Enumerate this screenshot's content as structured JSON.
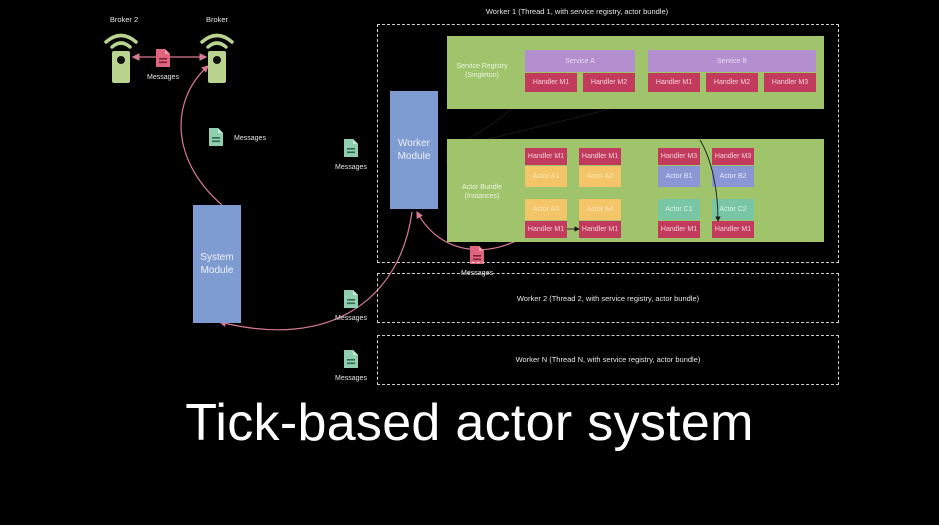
{
  "title": "Tick-based actor system",
  "brokers": [
    {
      "label": "Broker 2"
    },
    {
      "label": "Broker"
    }
  ],
  "messages_label": "Messages",
  "system_module": {
    "line1": "System",
    "line2": "Module"
  },
  "worker_module": {
    "line1": "Worker",
    "line2": "Module"
  },
  "workers": [
    {
      "label": "Worker 1 (Thread 1, with service registry, actor bundle)"
    },
    {
      "label": "Worker 2 (Thread 2, with service registry, actor bundle)"
    },
    {
      "label": "Worker N (Thread N, with service registry, actor bundle)"
    }
  ],
  "service_registry": {
    "line1": "Service Registry",
    "line2": "(Singleton)",
    "services": [
      {
        "name": "Service A",
        "handlers": [
          "Handler M1",
          "Handler M2"
        ]
      },
      {
        "name": "Service B",
        "handlers": [
          "Handler M1",
          "Handler M2",
          "Handler M3"
        ]
      }
    ]
  },
  "actor_bundle": {
    "line1": "Actor Bundle",
    "line2": "(Instances)",
    "actors": [
      {
        "name": "Actor A1",
        "handler": "Handler M1",
        "kind": "a"
      },
      {
        "name": "Actor A2",
        "handler": "Handler M1",
        "kind": "a"
      },
      {
        "name": "Actor B1",
        "handler": "Handler M3",
        "kind": "b"
      },
      {
        "name": "Actor B2",
        "handler": "Handler M3",
        "kind": "b"
      },
      {
        "name": "Actor A3",
        "handler": "Handler M1",
        "kind": "a"
      },
      {
        "name": "Actor A4",
        "handler": "Handler M1",
        "kind": "a"
      },
      {
        "name": "Actor C1",
        "handler": "Handler M1",
        "kind": "c"
      },
      {
        "name": "Actor C2",
        "handler": "Handler M1",
        "kind": "c"
      }
    ]
  },
  "colors": {
    "background": "#000000",
    "registry_green": "#9fc46b",
    "service_purple": "#b48fcf",
    "handler_red": "#c23a5c",
    "actor_a": "#f3c468",
    "actor_b": "#8b97d4",
    "actor_c": "#79c6a4",
    "module_blue": "#7e9bd2",
    "message_green": "#8fcfb0",
    "message_red": "#e0647c",
    "broker_green": "#b8d48e",
    "link_pink": "#d77a92"
  }
}
